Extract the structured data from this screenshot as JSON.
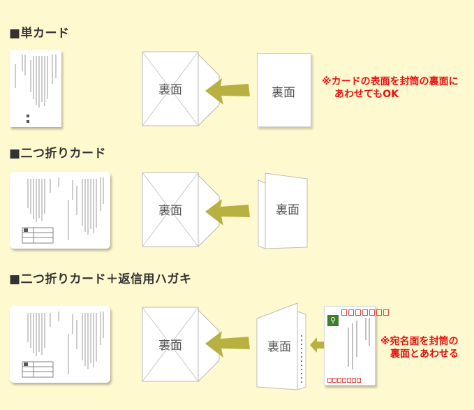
{
  "sections": [
    {
      "title": "単カード"
    },
    {
      "title": "二つ折りカード"
    },
    {
      "title": "二つ折りカード＋返信用ハガキ"
    }
  ],
  "square_glyph": "■",
  "back_label": "裏面",
  "notes": {
    "card": [
      "※カードの表面を封筒の裏面に",
      "あわせてもOK"
    ],
    "postcard": [
      "※宛名面を封筒の",
      "裏面とあわせる"
    ]
  },
  "colors": {
    "background": "#fff9cf",
    "arrow": "#b8b040",
    "note": "#e61010",
    "postcard_logo": "#3e7d2e"
  },
  "icons": [
    "envelope-icon",
    "arrow-left-icon",
    "search-icon"
  ]
}
